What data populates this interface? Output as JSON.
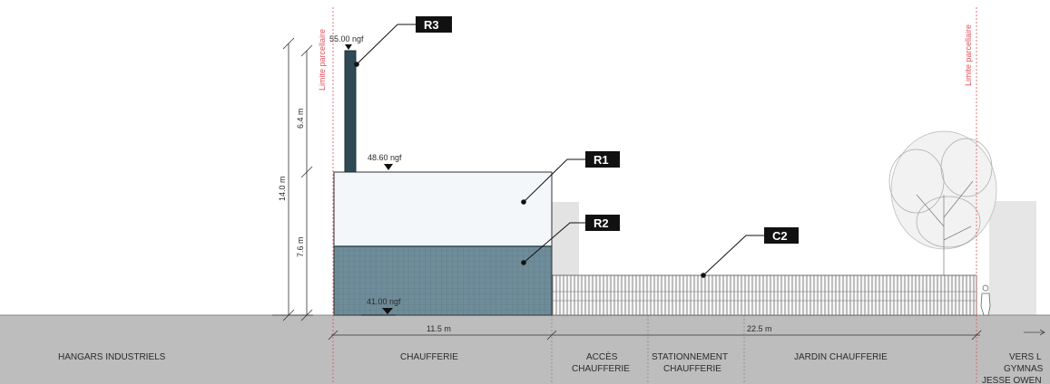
{
  "levels": {
    "top": "55.00 ngf",
    "roof": "48.60 ngf",
    "ground": "41.00 ngf"
  },
  "tags": {
    "r3": "R3",
    "r1": "R1",
    "r2": "R2",
    "c2": "C2"
  },
  "limits": {
    "left": "Limite parcellaire",
    "right": "Limite parcellaire"
  },
  "dimensions": {
    "total_height": "14.0 m",
    "upper_height": "6.4 m",
    "lower_height": "7.6 m",
    "width_chaufferie": "11.5 m",
    "width_right": "22.5 m"
  },
  "zones": {
    "hangars": "HANGARS INDUSTRIELS",
    "chaufferie": "CHAUFFERIE",
    "acces_1": "ACCÈS",
    "acces_2": "CHAUFFERIE",
    "stationnement_1": "STATIONNEMENT",
    "stationnement_2": "CHAUFFERIE",
    "jardin": "JARDIN CHAUFFERIE",
    "vers_1": "VERS L",
    "vers_2": "GYMNAS",
    "vers_3": "JESSE OWEN"
  },
  "colors": {
    "upper_volume": "#f4f7fa",
    "lower_volume": "#6f8c9a",
    "chimney": "#2f4a55",
    "ground": "#bdbdbd",
    "tag_bg": "#111111",
    "limit_line": "#e0505a"
  }
}
